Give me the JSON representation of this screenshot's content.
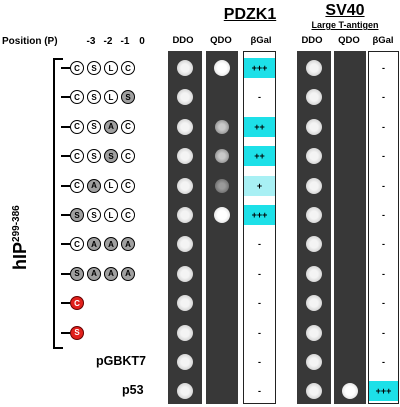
{
  "headers": {
    "position_label": "Position (P)",
    "positions": [
      "-3",
      "-2",
      "-1",
      "0"
    ],
    "pdzk1": "PDZK1",
    "sv40": "SV40",
    "sv40_sub": "Large T-antigen",
    "columns": [
      "DDO",
      "QDO",
      "βGal"
    ]
  },
  "group_label": {
    "main": "hIP",
    "superscript": "299-386"
  },
  "rows": [
    {
      "residues": [
        "C",
        "S",
        "L",
        "C"
      ],
      "shade": [
        "w",
        "w",
        "w",
        "w"
      ],
      "pdzk1_gal": "+++",
      "pdzk1_qdo": "strong",
      "sv40_gal": "-",
      "sv40_qdo": "none"
    },
    {
      "residues": [
        "C",
        "S",
        "L",
        "S"
      ],
      "shade": [
        "w",
        "w",
        "w",
        "g"
      ],
      "pdzk1_gal": "-",
      "pdzk1_qdo": "none",
      "sv40_gal": "-",
      "sv40_qdo": "none"
    },
    {
      "residues": [
        "C",
        "S",
        "A",
        "C"
      ],
      "shade": [
        "w",
        "w",
        "g",
        "w"
      ],
      "pdzk1_gal": "++",
      "pdzk1_qdo": "weak",
      "sv40_gal": "-",
      "sv40_qdo": "none"
    },
    {
      "residues": [
        "C",
        "S",
        "S",
        "C"
      ],
      "shade": [
        "w",
        "w",
        "g",
        "w"
      ],
      "pdzk1_gal": "++",
      "pdzk1_qdo": "weak",
      "sv40_gal": "-",
      "sv40_qdo": "none"
    },
    {
      "residues": [
        "C",
        "A",
        "L",
        "C"
      ],
      "shade": [
        "w",
        "g",
        "w",
        "w"
      ],
      "pdzk1_gal": "+",
      "pdzk1_qdo": "faint",
      "sv40_gal": "-",
      "sv40_qdo": "none"
    },
    {
      "residues": [
        "S",
        "S",
        "L",
        "C"
      ],
      "shade": [
        "g",
        "w",
        "w",
        "w"
      ],
      "pdzk1_gal": "+++",
      "pdzk1_qdo": "strong",
      "sv40_gal": "-",
      "sv40_qdo": "none"
    },
    {
      "residues": [
        "C",
        "A",
        "A",
        "A"
      ],
      "shade": [
        "w",
        "g",
        "g",
        "g"
      ],
      "pdzk1_gal": "-",
      "pdzk1_qdo": "none",
      "sv40_gal": "-",
      "sv40_qdo": "none"
    },
    {
      "residues": [
        "S",
        "A",
        "A",
        "A"
      ],
      "shade": [
        "g",
        "g",
        "g",
        "g"
      ],
      "pdzk1_gal": "-",
      "pdzk1_qdo": "none",
      "sv40_gal": "-",
      "sv40_qdo": "none"
    },
    {
      "residues": [
        "C"
      ],
      "shade": [
        "r"
      ],
      "pdzk1_gal": "-",
      "pdzk1_qdo": "none",
      "sv40_gal": "-",
      "sv40_qdo": "none"
    },
    {
      "residues": [
        "S"
      ],
      "shade": [
        "r"
      ],
      "pdzk1_gal": "-",
      "pdzk1_qdo": "none",
      "sv40_gal": "-",
      "sv40_qdo": "none"
    },
    {
      "label": "pGBKT7",
      "pdzk1_gal": "-",
      "pdzk1_qdo": "none",
      "sv40_gal": "-",
      "sv40_qdo": "none"
    },
    {
      "label": "p53",
      "pdzk1_gal": "-",
      "pdzk1_qdo": "none",
      "sv40_gal": "+++",
      "sv40_qdo": "strong"
    }
  ]
}
